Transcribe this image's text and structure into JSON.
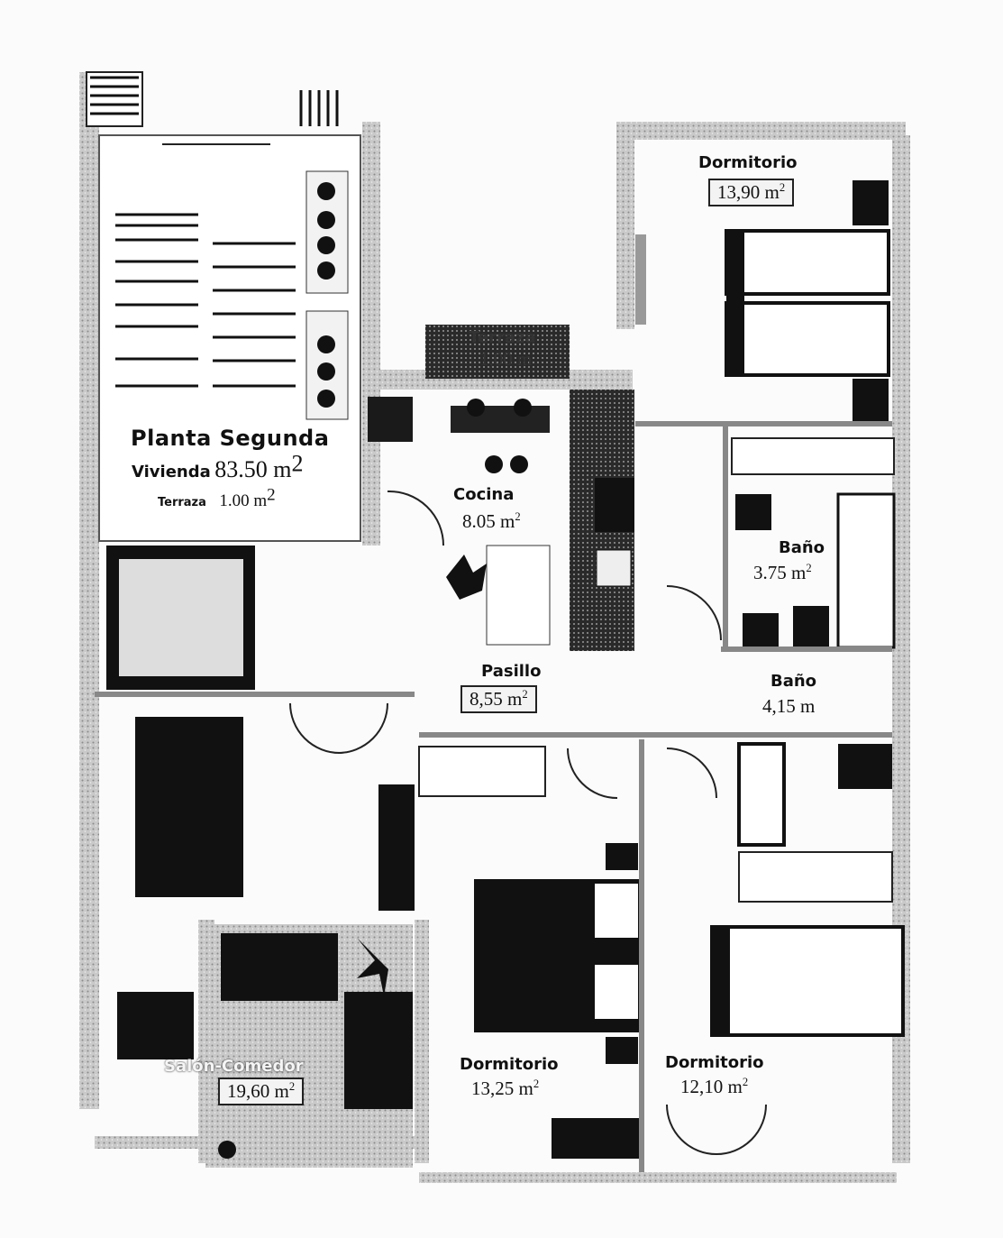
{
  "plan": {
    "floor_title": "Planta Segunda",
    "dwelling_label": "Vivienda",
    "dwelling_area": "83.50 m",
    "terrace_label": "Terraza",
    "terrace_area": "1.00 m",
    "sup2": "2"
  },
  "rooms": [
    {
      "id": "dormitorio-1",
      "name": "Dormitorio",
      "area": "13,90 m"
    },
    {
      "id": "terraza",
      "name": "Terraza",
      "area": "1,00 m"
    },
    {
      "id": "cocina",
      "name": "Cocina",
      "area": "8.05 m"
    },
    {
      "id": "bano-1",
      "name": "Baño",
      "area": "3.75 m"
    },
    {
      "id": "pasillo",
      "name": "Pasillo",
      "area": "8,55 m"
    },
    {
      "id": "bano-2",
      "name": "Baño",
      "area": "4,15 m"
    },
    {
      "id": "salon",
      "name": "Salón-Comedor",
      "area": "19,60 m"
    },
    {
      "id": "dormitorio-2",
      "name": "Dormitorio",
      "area": "13,25 m"
    },
    {
      "id": "dormitorio-3",
      "name": "Dormitorio",
      "area": "12,10 m"
    }
  ]
}
